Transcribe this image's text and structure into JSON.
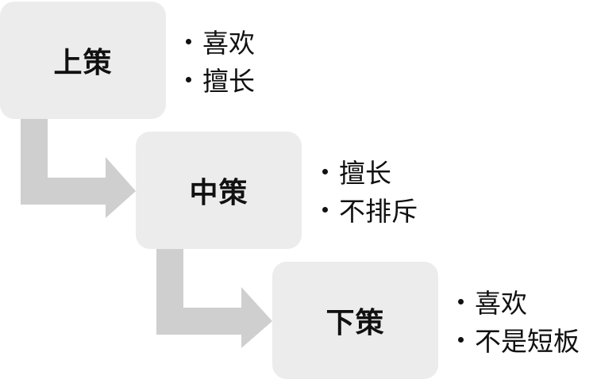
{
  "steps": [
    {
      "label": "上策",
      "bullets": [
        "喜欢",
        "擅长"
      ]
    },
    {
      "label": "中策",
      "bullets": [
        "擅长",
        "不排斥"
      ]
    },
    {
      "label": "下策",
      "bullets": [
        "喜欢",
        "不是短板"
      ]
    }
  ],
  "colors": {
    "box_fill": "#ececec",
    "arrow_fill": "#cfcfcf",
    "text": "#111111"
  }
}
